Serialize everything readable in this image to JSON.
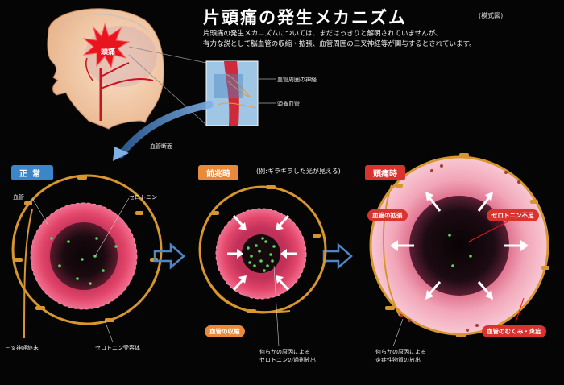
{
  "header": {
    "title": "片頭痛の発生メカニズム",
    "subtitle_tag": "(模式図)",
    "description_lines": [
      "片頭痛の発生メカニズムについては、まだはっきりと解明されていませんが、",
      "有力な説として脳血管の収縮・拡張、血管周囲の三叉神経等が関与するとされています。"
    ]
  },
  "head_diagram": {
    "pain_label": "頭痛",
    "callout_nerve": "血管周囲の神経",
    "callout_vessel": "頭蓋血管",
    "section_label": "血管断面"
  },
  "stages": {
    "normal": {
      "label": "正常",
      "vessel_label": "血管",
      "serotonin_label": "セロトニン",
      "nerve_ending_label": "三叉神経終末",
      "receptor_label": "セロトニン受容体"
    },
    "prodrome": {
      "label": "前兆時",
      "note": "(例:ギラギラした光が見える)",
      "contraction_badge": "血管の収縮",
      "cause_lines": [
        "何らかの原因による",
        "セロトニンの過剰放出"
      ]
    },
    "headache": {
      "label": "頭痛時",
      "dilation_badge": "血管の拡張",
      "deficiency_badge": "セロトニン不足",
      "swelling_badge": "血管のむくみ・炎症",
      "cause_lines": [
        "何らかの原因による",
        "炎症性物質の放出"
      ]
    }
  },
  "colors": {
    "vessel_wall": "#e2456a",
    "vessel_wall_light": "#f2a6b8",
    "nerve": "#d7962f",
    "serotonin": "#5fd35a",
    "arrow_blue": "#4f86c6",
    "normal_tag": "#3b86c8",
    "prodrome_tag": "#e9893a",
    "headache_tag": "#d9332f"
  }
}
